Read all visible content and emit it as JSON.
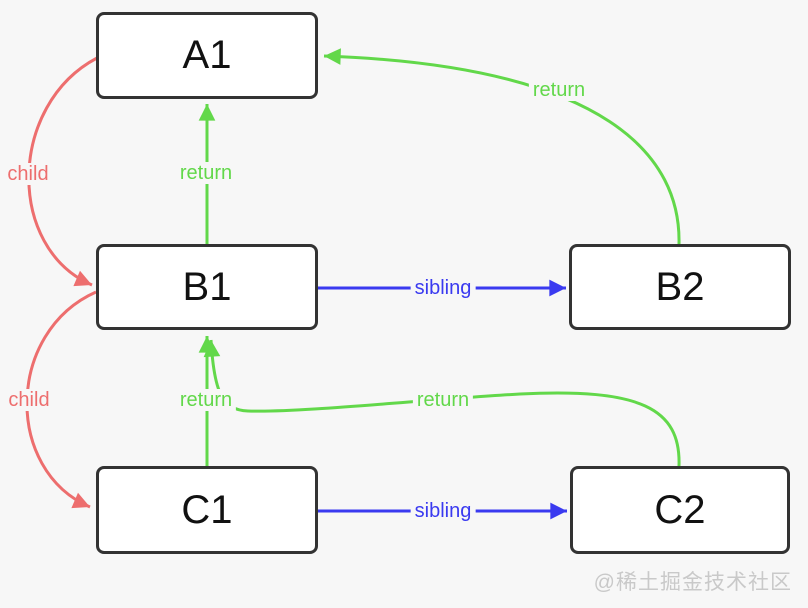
{
  "diagram": {
    "nodes": [
      {
        "id": "A1",
        "label": "A1"
      },
      {
        "id": "B1",
        "label": "B1"
      },
      {
        "id": "B2",
        "label": "B2"
      },
      {
        "id": "C1",
        "label": "C1"
      },
      {
        "id": "C2",
        "label": "C2"
      }
    ],
    "edges": [
      {
        "from": "A1",
        "to": "B1",
        "label": "child",
        "type": "child"
      },
      {
        "from": "B1",
        "to": "C1",
        "label": "child",
        "type": "child"
      },
      {
        "from": "B1",
        "to": "A1",
        "label": "return",
        "type": "return"
      },
      {
        "from": "C1",
        "to": "B1",
        "label": "return",
        "type": "return"
      },
      {
        "from": "B2",
        "to": "A1",
        "label": "return",
        "type": "return"
      },
      {
        "from": "C2",
        "to": "B1",
        "label": "return",
        "type": "return"
      },
      {
        "from": "B1",
        "to": "B2",
        "label": "sibling",
        "type": "sibling"
      },
      {
        "from": "C1",
        "to": "C2",
        "label": "sibling",
        "type": "sibling"
      }
    ],
    "colors": {
      "child": "#ed6e6e",
      "return": "#62d84a",
      "sibling": "#3a3af0",
      "node_border": "#333333",
      "node_fill": "#ffffff",
      "background": "#f7f7f7",
      "watermark": "#c9c9c9"
    }
  },
  "watermark": {
    "text": "@稀土掘金技术社区"
  }
}
